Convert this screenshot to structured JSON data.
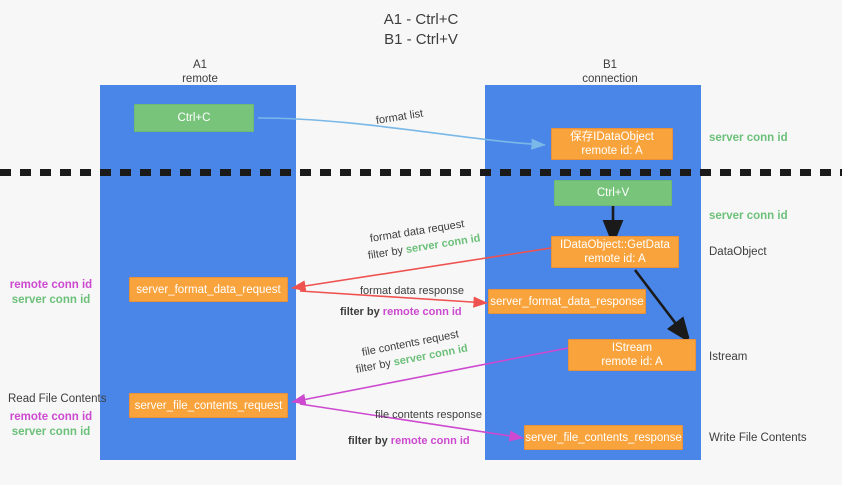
{
  "title": {
    "line1": "A1 - Ctrl+C",
    "line2": "B1 - Ctrl+V"
  },
  "lanes": [
    {
      "id": "a1",
      "name": "A1",
      "sub": "remote"
    },
    {
      "id": "b1",
      "name": "B1",
      "sub": "connection"
    }
  ],
  "nodes": {
    "ctrl_c": {
      "line1": "Ctrl+C",
      "line2": ""
    },
    "save_dataobject": {
      "line1": "保存IDataObject",
      "line2": "remote id: A"
    },
    "ctrl_v": {
      "line1": "Ctrl+V",
      "line2": ""
    },
    "getdata": {
      "line1": "IDataObject::GetData",
      "line2": "remote id: A"
    },
    "istream": {
      "line1": "IStream",
      "line2": "remote id: A"
    },
    "fmt_req": {
      "line1": "server_format_data_request",
      "line2": ""
    },
    "fmt_resp": {
      "line1": "server_format_data_response",
      "line2": ""
    },
    "file_req": {
      "line1": "server_file_contents_request",
      "line2": ""
    },
    "file_resp": {
      "line1": "server_file_contents_response",
      "line2": ""
    }
  },
  "edges": [
    {
      "id": "format-list",
      "label": "format list"
    },
    {
      "id": "format-data-request",
      "label": "format data request",
      "filter_prefix": "filter by ",
      "filter_value": "server conn id",
      "filter_kind": "server"
    },
    {
      "id": "format-data-response",
      "label": "format data response",
      "filter_prefix": "filter by ",
      "filter_value": "remote conn id",
      "filter_kind": "remote"
    },
    {
      "id": "file-contents-request",
      "label": "file contents request",
      "filter_prefix": "filter by ",
      "filter_value": "server conn id",
      "filter_kind": "server"
    },
    {
      "id": "file-contents-response",
      "label": "file contents response",
      "filter_prefix": "filter by ",
      "filter_value": "remote conn id",
      "filter_kind": "remote"
    }
  ],
  "right_annotations": [
    {
      "id": "server-conn-id-1",
      "text": "server conn id",
      "kind": "server"
    },
    {
      "id": "server-conn-id-2",
      "text": "server conn id",
      "kind": "server"
    },
    {
      "id": "dataobject",
      "text": "DataObject",
      "kind": "plain"
    },
    {
      "id": "istream",
      "text": "Istream",
      "kind": "plain"
    },
    {
      "id": "write-file-contents",
      "text": "Write File Contents",
      "kind": "plain"
    }
  ],
  "left_annotations": [
    {
      "id": "conn-pair-1",
      "remote": "remote conn id",
      "server": "server conn id"
    },
    {
      "id": "read-file-contents",
      "text": "Read File Contents"
    },
    {
      "id": "conn-pair-2",
      "remote": "remote conn id",
      "server": "server conn id"
    }
  ],
  "colors": {
    "lane_blue": "#4a86e8",
    "node_orange": "#f9a33c",
    "node_green": "#78c47b",
    "server_green": "#6cc07a",
    "remote_purple": "#cc49d0",
    "arrow_blue": "#7ab8e8",
    "arrow_red": "#ef5350",
    "arrow_magenta": "#cc49d0",
    "arrow_black": "#1a1a1a",
    "background": "#f7f7f7"
  }
}
